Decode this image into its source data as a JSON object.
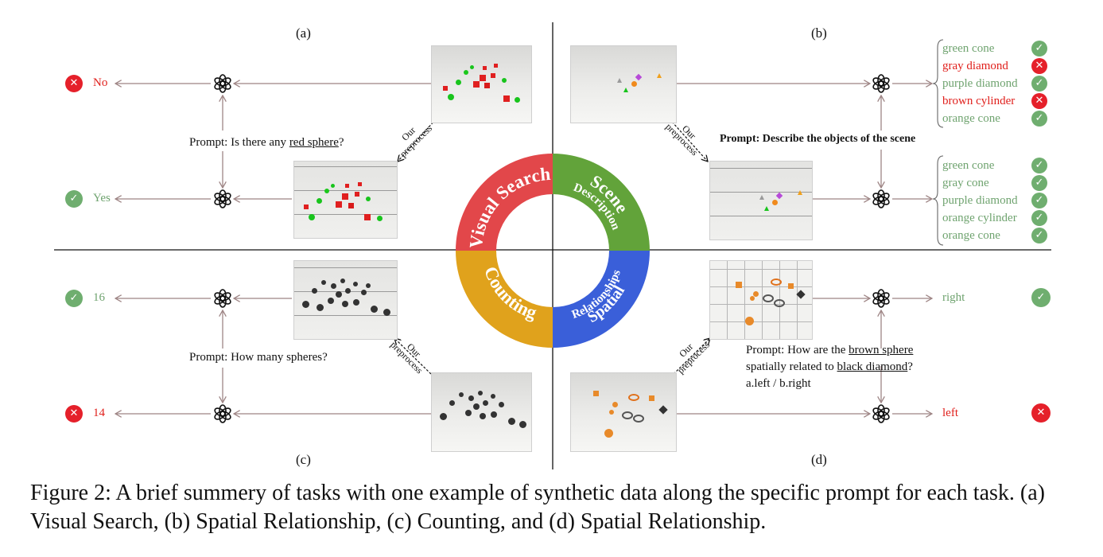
{
  "panels": {
    "a": {
      "label": "(a)",
      "answer_top": "No",
      "answer_bottom": "Yes",
      "prompt_prefix": "Prompt: Is there any ",
      "prompt_underlined": "red sphere",
      "prompt_suffix": "?",
      "preprocess_line1": "Our",
      "preprocess_line2": "preprocess"
    },
    "b": {
      "label": "(b)",
      "prompt": "Prompt: Describe the objects of the scene",
      "preprocess_line1": "Our",
      "preprocess_line2": "preprocess",
      "list_top": [
        {
          "text": "green cone",
          "correct": true
        },
        {
          "text": "gray diamond",
          "correct": false
        },
        {
          "text": "purple diamond",
          "correct": true
        },
        {
          "text": "brown cylinder",
          "correct": false
        },
        {
          "text": "orange cone",
          "correct": true
        }
      ],
      "list_bottom": [
        {
          "text": "green cone",
          "correct": true
        },
        {
          "text": "gray cone",
          "correct": true
        },
        {
          "text": "purple diamond",
          "correct": true
        },
        {
          "text": "orange cylinder",
          "correct": true
        },
        {
          "text": "orange cone",
          "correct": true
        }
      ]
    },
    "c": {
      "label": "(c)",
      "answer_top": "16",
      "answer_bottom": "14",
      "prompt": "Prompt: How many spheres?",
      "preprocess_line1": "Our",
      "preprocess_line2": "preprocess"
    },
    "d": {
      "label": "(d)",
      "answer_top": "right",
      "answer_bottom": "left",
      "prompt_l1_prefix": "Prompt: How are the ",
      "prompt_l1_underlined": "brown sphere",
      "prompt_l2_prefix": "spatially related to ",
      "prompt_l2_underlined": "black diamond",
      "prompt_l2_suffix": "?",
      "prompt_l3": "a.left / b.right",
      "preprocess_line1": "Our",
      "preprocess_line2": "preprocess"
    }
  },
  "ring": {
    "segments": [
      {
        "label_l1": "Visual Search",
        "label_l2": "",
        "color": "#e2474a"
      },
      {
        "label_l1": "Scene",
        "label_l2": "Description",
        "color": "#62a33a"
      },
      {
        "label_l1": "Spatial",
        "label_l2": "Relationships",
        "color": "#3a5fd9"
      },
      {
        "label_l1": "Counting",
        "label_l2": "",
        "color": "#e0a21c"
      }
    ]
  },
  "caption": "Figure 2: A brief summery of tasks with one example of synthetic data along the specific prompt for each task. (a) Visual Search, (b) Spatial Relationship, (c) Counting, and (d) Spatial Relationship.",
  "colors": {
    "arrow": "#9e8585",
    "correct": "#6fa36f",
    "wrong": "#e0201c"
  },
  "icons": {
    "model": "openai-logo-icon",
    "correct": "check-circle-icon",
    "wrong": "x-circle-icon"
  }
}
